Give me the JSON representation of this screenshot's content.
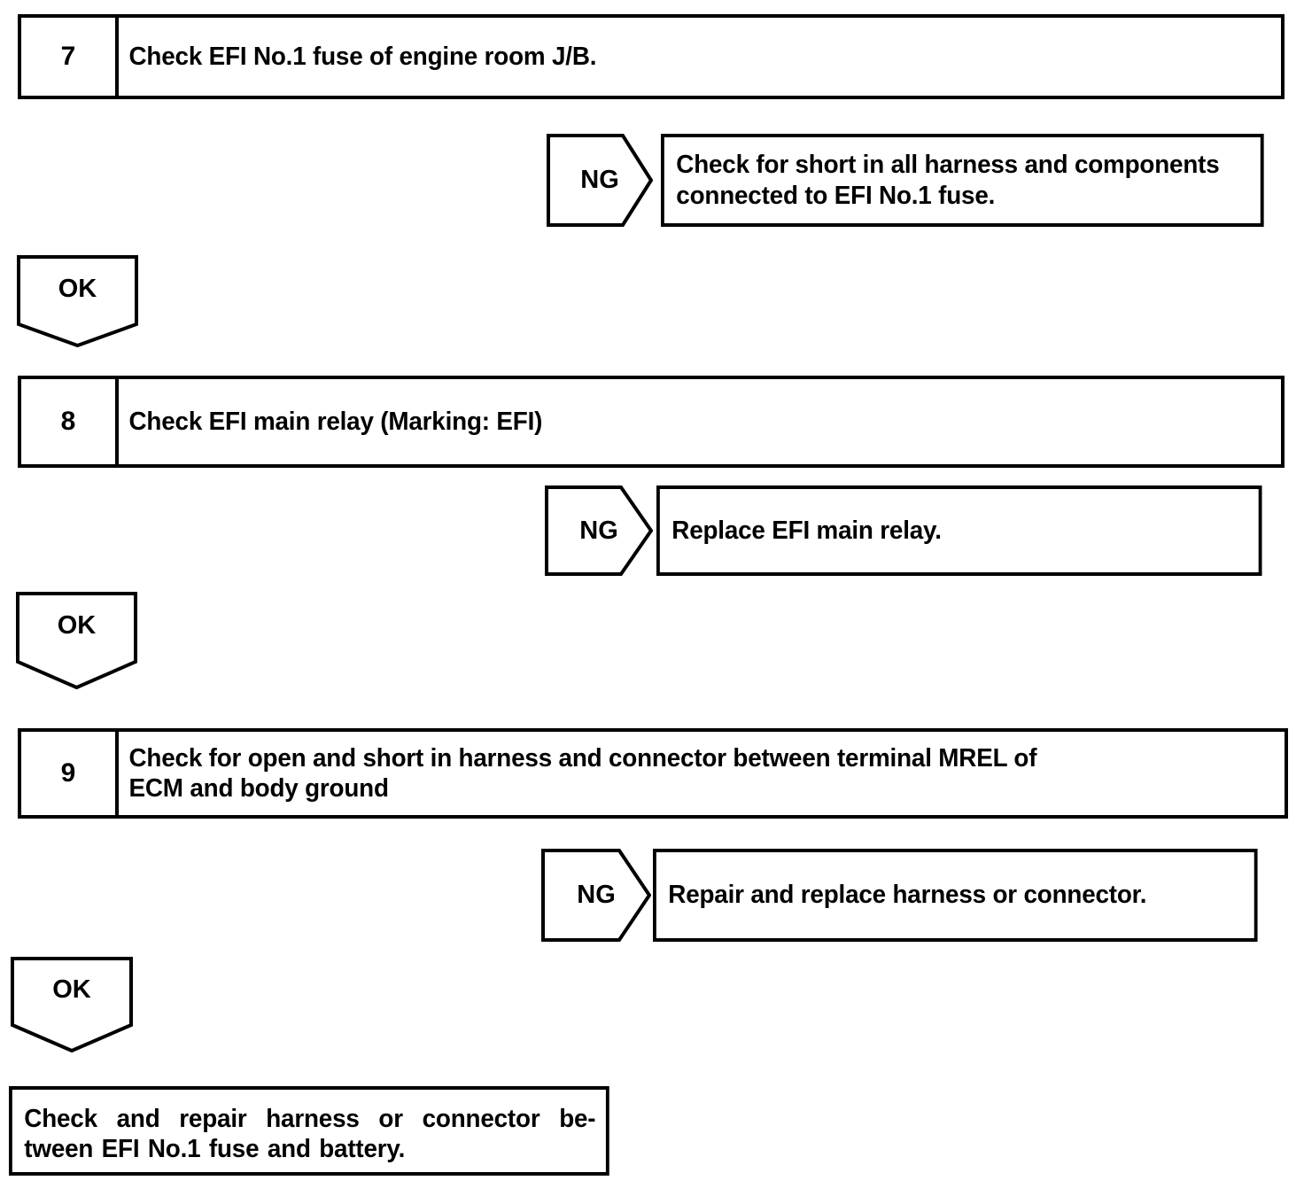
{
  "diagram": {
    "type": "troubleshooting-flowchart",
    "steps": [
      {
        "number": "7",
        "text": "Check EFI No.1 fuse of engine room J/B.",
        "ng": {
          "label": "NG",
          "result": "Check for short in all harness and components\nconnected to EFI No.1 fuse."
        },
        "ok": {
          "label": "OK"
        }
      },
      {
        "number": "8",
        "text": "Check EFI main relay (Marking: EFI)",
        "ng": {
          "label": "NG",
          "result": "Replace EFI main relay."
        },
        "ok": {
          "label": "OK"
        }
      },
      {
        "number": "9",
        "text": "Check for open and short in harness and connector between terminal MREL of\nECM and body ground",
        "ng": {
          "label": "NG",
          "result": "Repair and replace harness or connector."
        },
        "ok": {
          "label": "OK"
        }
      }
    ],
    "final": {
      "text": "Check and repair harness or connector be- tween EFI No.1 fuse and battery."
    },
    "colors": {
      "stroke": "#000000",
      "background": "#ffffff",
      "text": "#000000"
    }
  }
}
